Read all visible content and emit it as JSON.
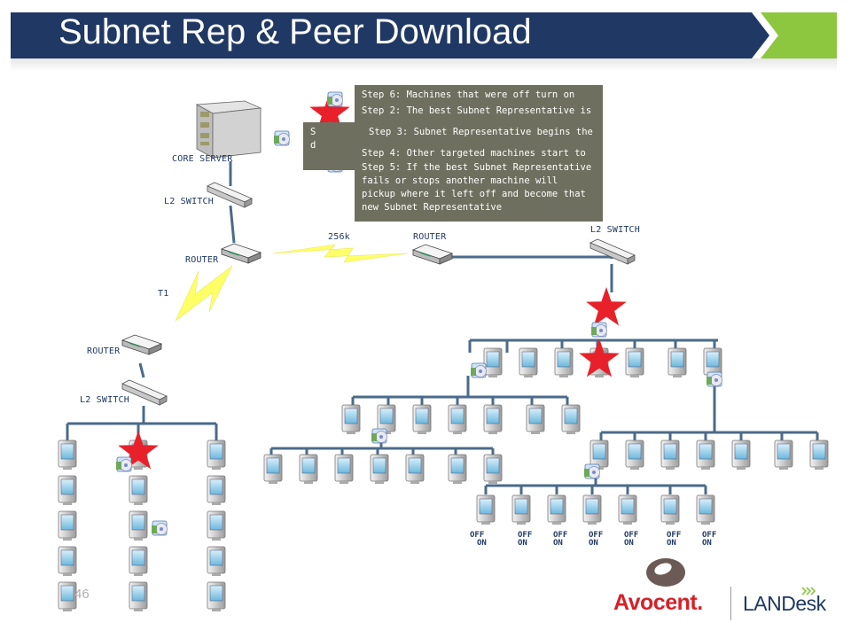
{
  "slide": {
    "title": "Subnet Rep & Peer Download",
    "page_number": "46"
  },
  "colors": {
    "title_bar": "#1f3864",
    "chevron": "#8dc63f",
    "step_box": "#6e6f5f",
    "network_line": "#4a6b8a",
    "subnet_rep_star": "#e8202a",
    "wan_link": "#ffff66",
    "label_text": "#1f3864"
  },
  "labels": {
    "core_server": "CORE SERVER",
    "l2_switch_top": "L2 SWITCH",
    "router_center": "ROUTER",
    "link_256k": "256k",
    "router_right": "ROUTER",
    "l2_switch_right": "L2 SWITCH",
    "link_t1": "T1",
    "router_left": "ROUTER",
    "l2_switch_left": "L2 SWITCH"
  },
  "steps": {
    "step6": "Step 6: Machines that were off turn on",
    "step2": "Step 2: The best Subnet Representative is",
    "step3": "Step 3: Subnet Representative begins the",
    "step4": "Step 4: Other targeted machines start to",
    "step5": "Step 5: If the best Subnet Representative fails or stops another machine will pickup where it left off and become that new Subnet Representative",
    "step1_fragment": "S",
    "step1_fragment2": "d"
  },
  "machine_states": [
    {
      "off": "OFF",
      "on": "ON"
    },
    {
      "off": "OFF",
      "on": "ON"
    },
    {
      "off": "OFF",
      "on": "ON"
    },
    {
      "off": "OFF",
      "on": "ON"
    },
    {
      "off": "OFF",
      "on": "ON"
    },
    {
      "off": "OFF",
      "on": "ON"
    },
    {
      "off": "OFF",
      "on": "ON"
    }
  ],
  "logos": {
    "avocent": "Avocent.",
    "landesk": "LANDesk"
  },
  "icons": {
    "server": "server-icon",
    "switch": "switch-icon",
    "router": "router-icon",
    "computer": "computer-icon",
    "package": "package-icon",
    "star": "star-icon"
  }
}
